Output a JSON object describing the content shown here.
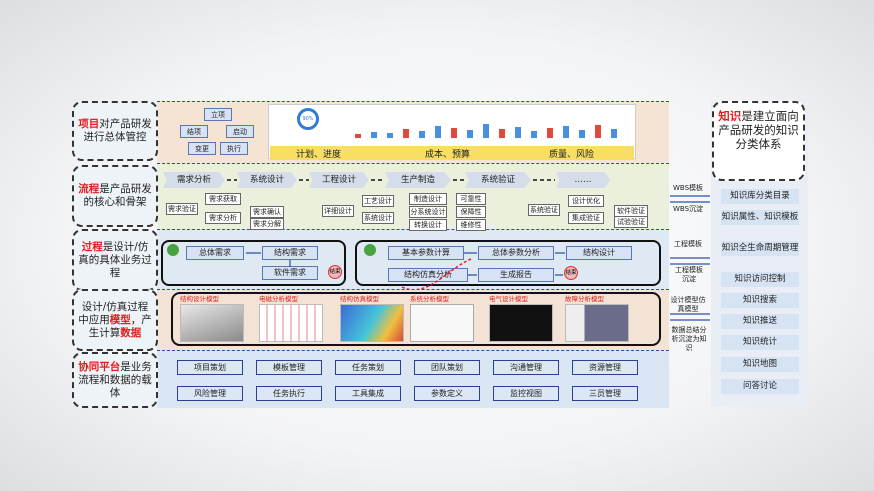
{
  "left_labels": [
    {
      "highlight": "项目",
      "text_a": "对产品研发进行总体管控",
      "text_b": ""
    },
    {
      "highlight": "流程",
      "text_a": "是产品研发的核心和骨架",
      "text_b": ""
    },
    {
      "highlight": "过程",
      "text_a": "是设计/仿真的具体业务过程",
      "text_b": ""
    },
    {
      "highlight": "模型",
      "text_a": "设计/仿真过程中应用",
      "text_b": "，产生计算",
      "highlight2": "数据"
    },
    {
      "highlight": "协同平台",
      "text_a": "是业务流程和数据的载体",
      "text_b": ""
    }
  ],
  "project": {
    "tree": [
      "立项",
      "结项",
      "启动",
      "变更",
      "执行"
    ],
    "bottom_labels": [
      "计划、进度",
      "成本、预算",
      "质量、风险"
    ],
    "gauge": "90%"
  },
  "flow": {
    "stages": [
      "需求分析",
      "系统设计",
      "工程设计",
      "生产制造",
      "系统验证",
      "……"
    ],
    "sub": [
      "需求获取",
      "需求验证",
      "需求分析",
      "需求确认",
      "需求分解",
      "详细设计",
      "工艺设计",
      "系统设计",
      "制造设计",
      "分系统设计",
      "转换设计",
      "可靠性",
      "保障性",
      "维修性",
      "系统验证",
      "设计优化",
      "集成验证",
      "软件验证",
      "试验验证"
    ]
  },
  "process": {
    "left": [
      "总体需求",
      "结构需求",
      "软件需求",
      "结束"
    ],
    "right": [
      "基本参数计算",
      "总体参数分析",
      "结构设计",
      "结构仿真分析",
      "生成报告",
      "结束"
    ]
  },
  "models": [
    "结构设计模型",
    "电磁分析模型",
    "结构仿真模型",
    "系统分析模型",
    "电气设计模型",
    "故障分析模型"
  ],
  "platform": {
    "row1": [
      "项目策划",
      "模板管理",
      "任务策划",
      "团队策划",
      "沟通管理",
      "资源管理"
    ],
    "row2": [
      "风险管理",
      "任务执行",
      "工具集成",
      "参数定义",
      "监控视图",
      "三员管理"
    ]
  },
  "connectors": [
    {
      "top": "WBS模板",
      "bottom": "WBS沉淀"
    },
    {
      "top": "工程模板",
      "bottom": "工程模板沉淀"
    },
    {
      "top": "设计模型仿真模型",
      "bottom": "数据总结分析沉淀为知识"
    }
  ],
  "knowledge": {
    "highlight": "知识",
    "title_rest": "是建立面向产品研发的知识分类体系",
    "items": [
      "知识库分类目录",
      "知识属性、知识模板",
      "知识全生命周期管理",
      "知识访问控制",
      "知识搜索",
      "知识推送",
      "知识统计",
      "知识地图",
      "问答讨论"
    ]
  }
}
